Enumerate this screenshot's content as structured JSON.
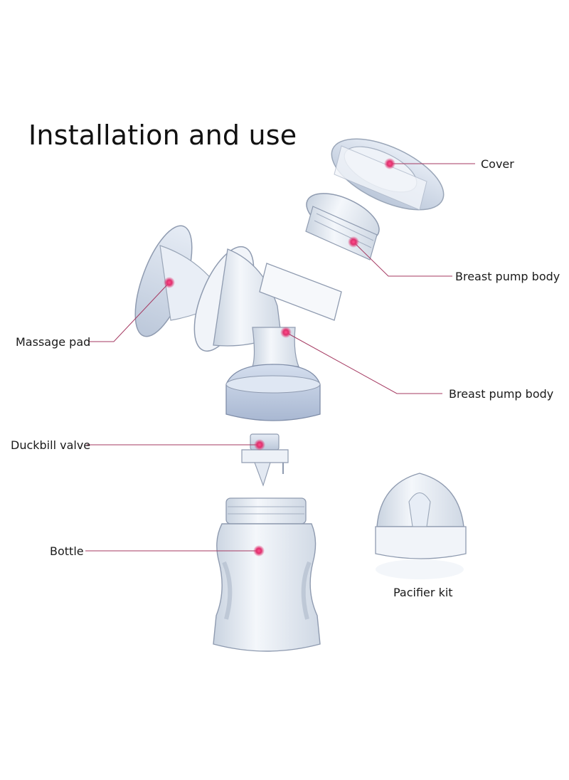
{
  "title": "Installation and use",
  "accent_color": "#d1245f",
  "labels": {
    "cover": "Cover",
    "breast_pump_body_top": "Breast pump body",
    "massage_pad": "Massage pad",
    "breast_pump_body_main": "Breast pump body",
    "duckbill_valve": "Duckbill valve",
    "bottle": "Bottle",
    "pacifier_kit": "Pacifier kit"
  }
}
